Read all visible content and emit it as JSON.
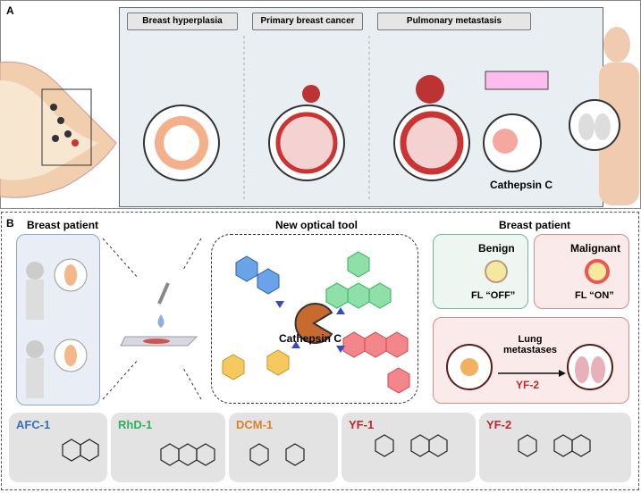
{
  "panel_a": {
    "label": "A",
    "stages": [
      "Breast hyperplasia",
      "Primary breast cancer",
      "Pulmonary metastasis"
    ],
    "enzyme": "Cathepsin C"
  },
  "panel_b": {
    "label": "B",
    "left_title": "Breast patient",
    "center_title": "New optical tool",
    "enzyme": "Cathepsin C",
    "right_title": "Breast patient",
    "benign": {
      "title": "Benign",
      "signal": "FL “OFF”"
    },
    "malignant": {
      "title": "Malignant",
      "signal": "FL “ON”"
    },
    "lung": {
      "title": "Lung metastases",
      "probe": "YF-2"
    },
    "probes": [
      {
        "name": "AFC-1",
        "color": "#3a6fb5"
      },
      {
        "name": "RhD-1",
        "color": "#2fae5e"
      },
      {
        "name": "DCM-1",
        "color": "#d9822b"
      },
      {
        "name": "YF-1",
        "color": "#c0282d"
      },
      {
        "name": "YF-2",
        "color": "#c0282d"
      }
    ]
  },
  "colors": {
    "panel_bg": "#e9eef3",
    "benign_border": "#6fb8a0",
    "malignant_border": "#d98a8a",
    "patient_border": "#8ea9cc",
    "pacman": "#c8692e"
  }
}
